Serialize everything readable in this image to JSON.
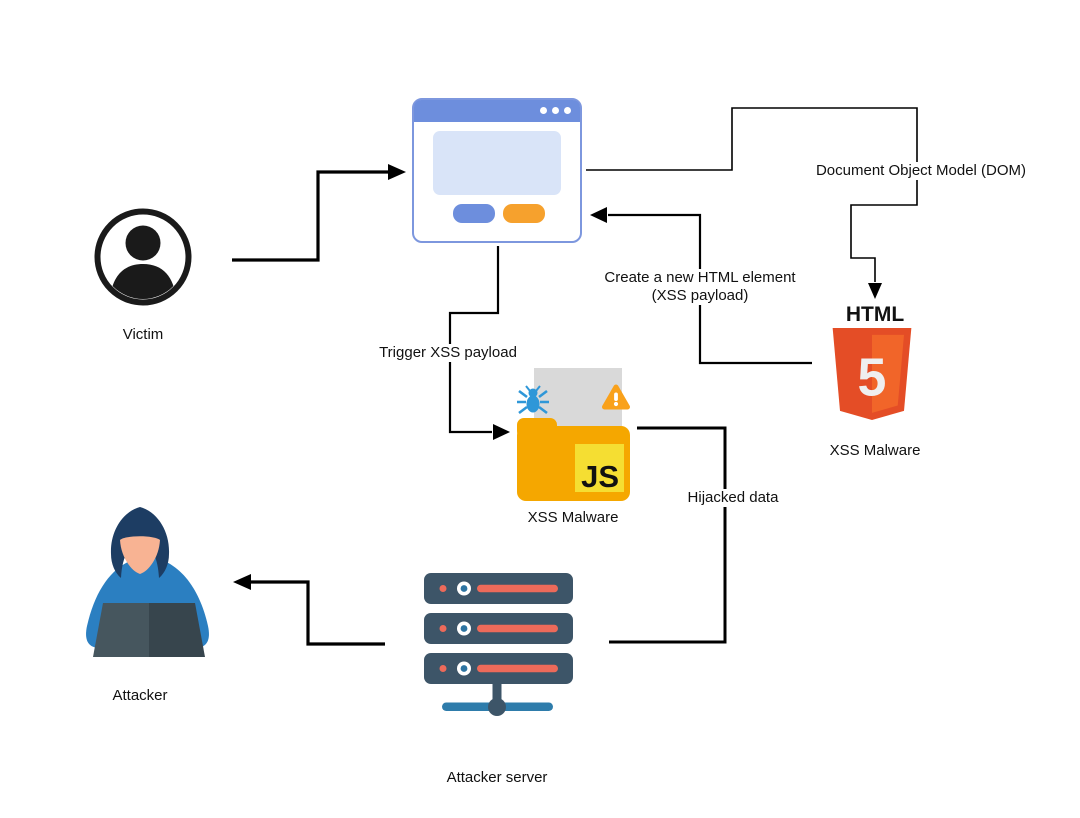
{
  "diagram_title": "XSS attack flow",
  "nodes": {
    "victim": {
      "label": "Victim",
      "icon": "person-circle-icon"
    },
    "browser": {
      "icon": "browser-window-icon"
    },
    "html5_malware": {
      "label": "XSS Malware",
      "logo_word": "HTML",
      "logo_number": "5",
      "icon": "html5-logo-icon"
    },
    "js_malware": {
      "label": "XSS Malware",
      "badge_text": "JS",
      "icon": "infected-script-icon"
    },
    "attacker": {
      "label": "Attacker",
      "icon": "hacker-icon"
    },
    "attacker_server": {
      "label": "Attacker server",
      "icon": "server-stack-icon"
    }
  },
  "edges": {
    "browser_to_dom": {
      "label": "Document Object Model (DOM)"
    },
    "dom_to_browser": {
      "label_line1": "Create a new HTML element",
      "label_line2": "(XSS payload)"
    },
    "browser_to_js": {
      "label": "Trigger XSS payload"
    },
    "js_to_server": {
      "label": "Hijacked data"
    }
  },
  "colors": {
    "canvas_bg": "#ffffff",
    "connector": "#000000",
    "text": "#111111",
    "browser_titlebar": "#6d8edd",
    "browser_border": "#7d97de",
    "browser_content": "#d9e4f8",
    "browser_button_blue": "#6d8edd",
    "browser_button_orange": "#f6a12d",
    "html5_orange_dark": "#e44d26",
    "html5_orange_light": "#f16529",
    "html5_five": "#efefef",
    "folder_amber": "#f5a700",
    "js_yellow": "#f5de32",
    "document_gray": "#d9d9d9",
    "bug_blue": "#2f97d8",
    "warning_orange": "#f9a11b",
    "server_slate": "#3d5568",
    "server_bar": "#ed6a5a",
    "server_base_blue": "#2e7cab",
    "attacker_hood": "#1d3d63",
    "attacker_body": "#2b7fc1",
    "attacker_face": "#f8b393",
    "laptop_left": "#46565e",
    "laptop_right": "#37454d"
  }
}
